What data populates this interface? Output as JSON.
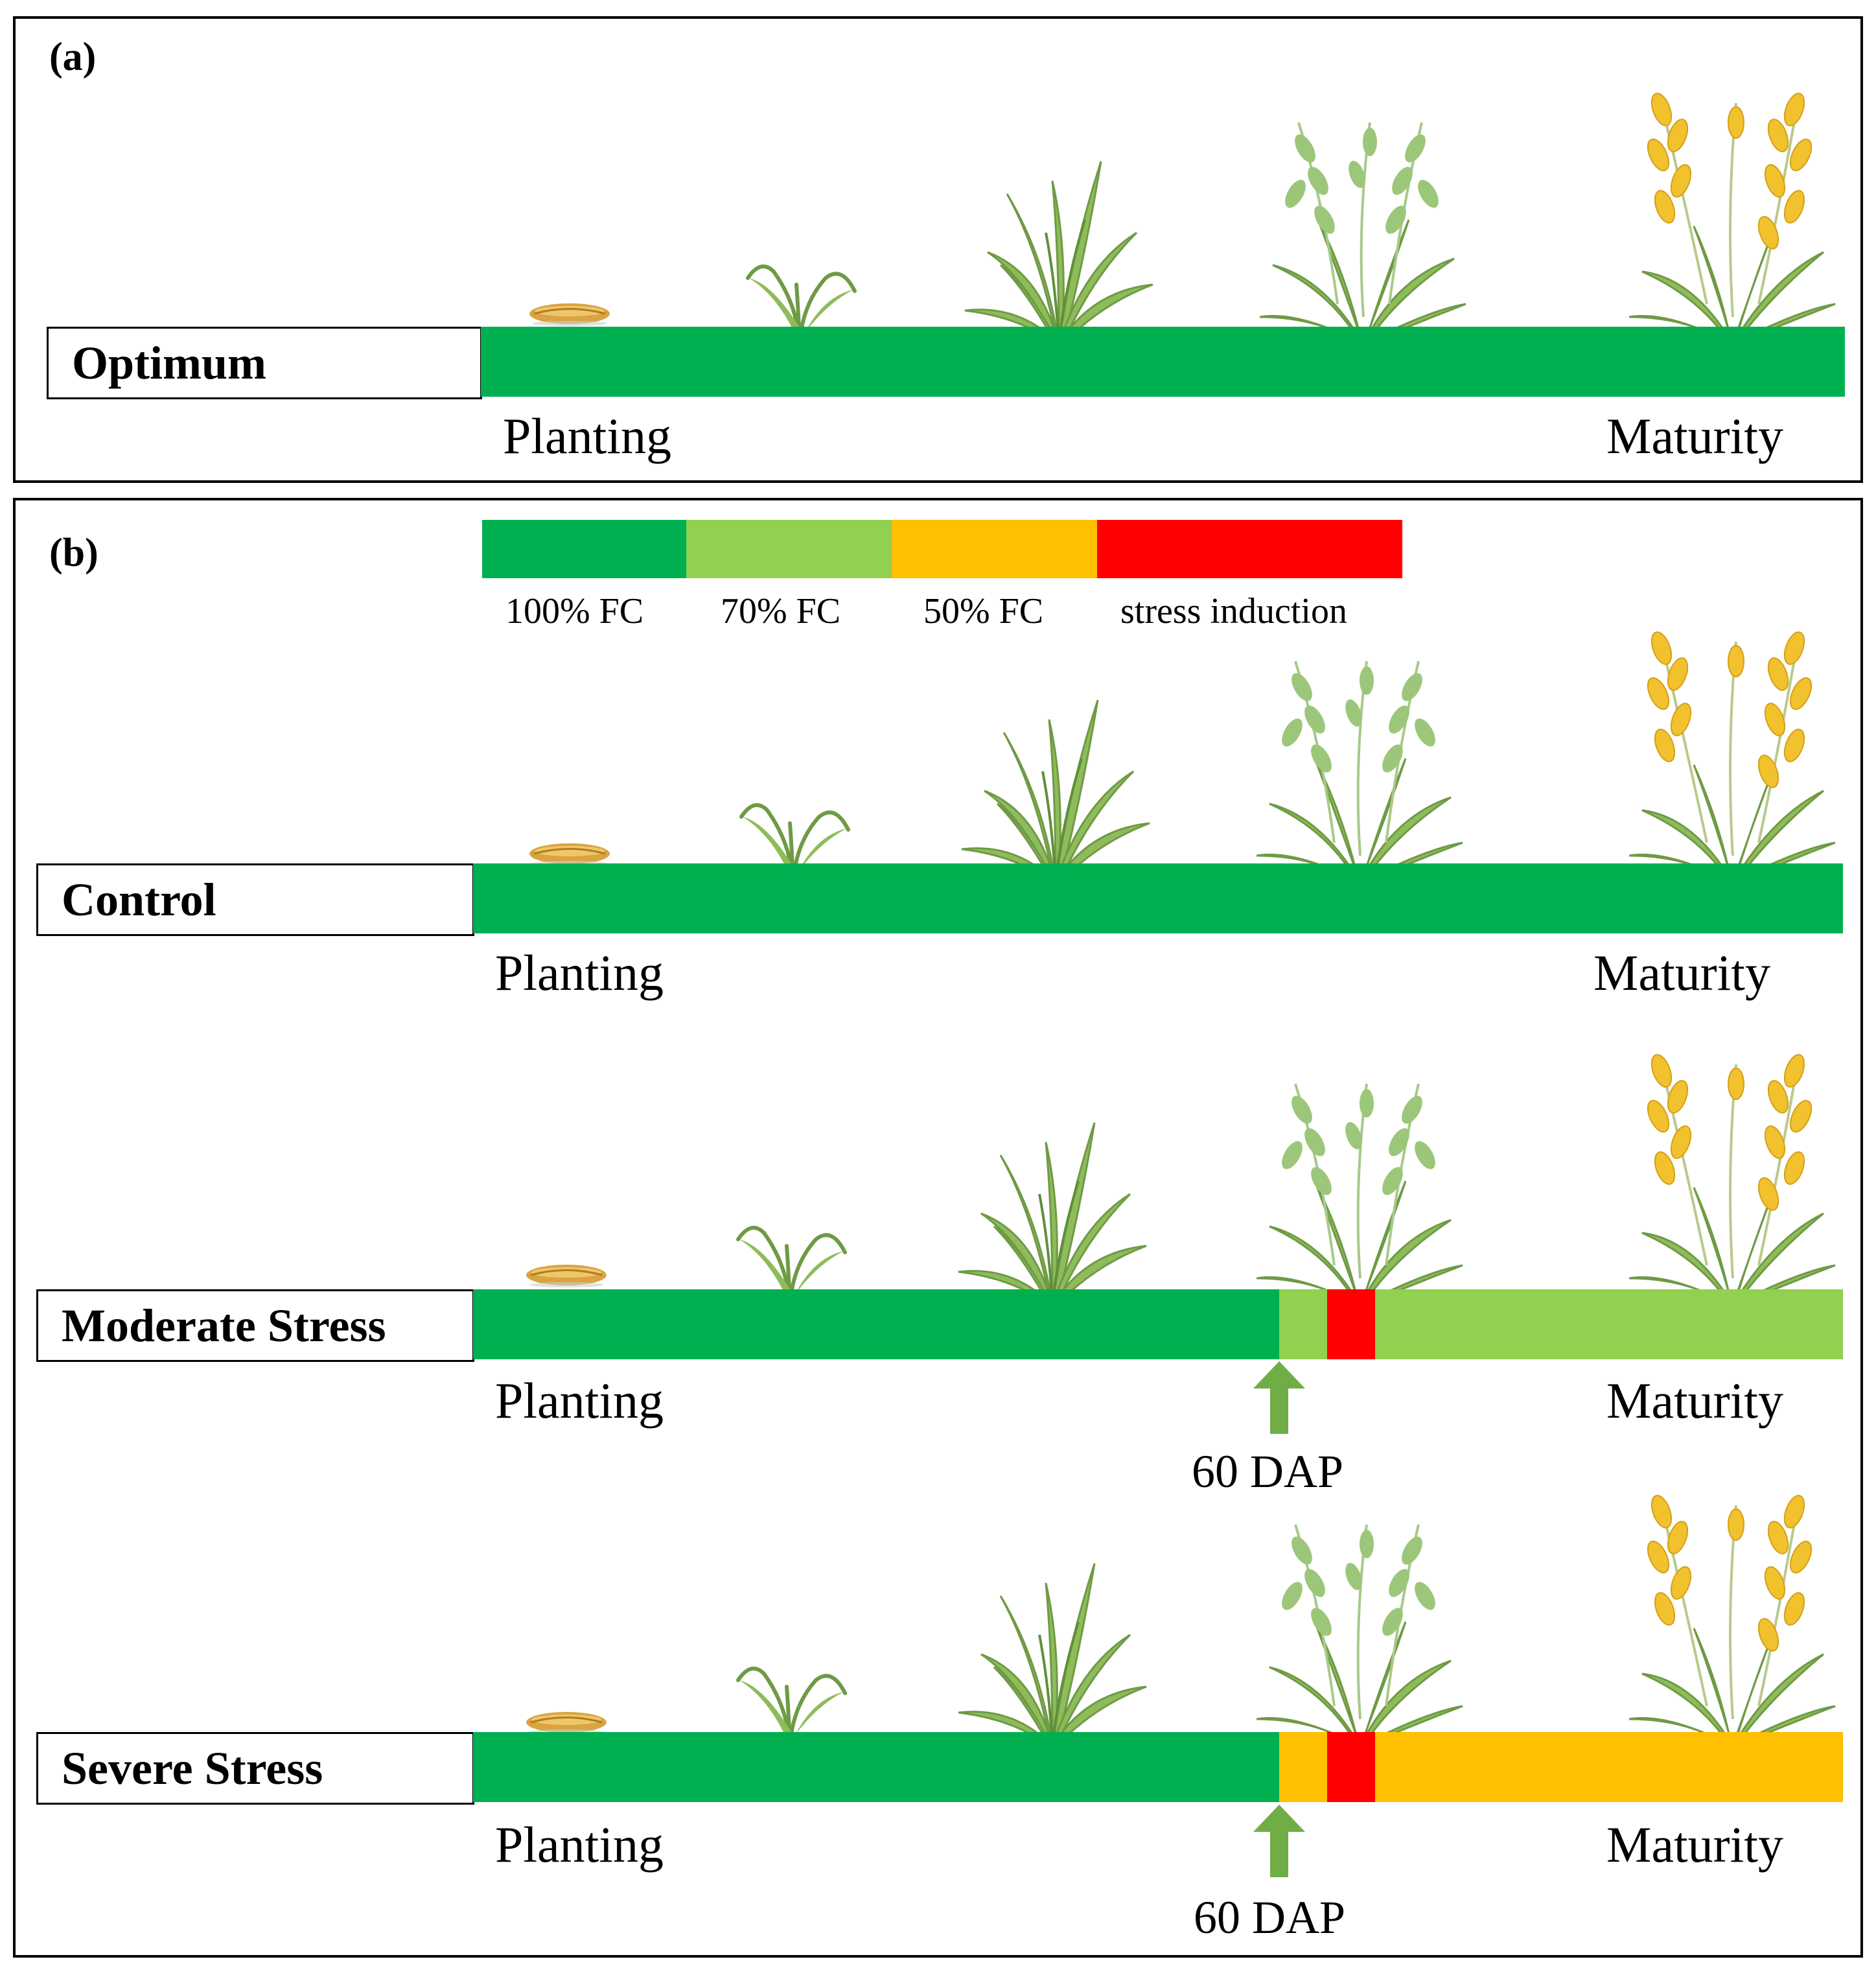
{
  "colors": {
    "fc100": "#00b050",
    "fc70": "#92d050",
    "fc50": "#ffc000",
    "stress": "#ff0000",
    "arrow": "#70ad47",
    "leaf": "#8fbc5a",
    "leaf_dark": "#5f8f3a",
    "grain": "#f2c12e",
    "seed": "#d9a441"
  },
  "panel_a": {
    "label": "(a)",
    "treatment": "Optimum",
    "start_label": "Planting",
    "end_label": "Maturity"
  },
  "panel_b": {
    "label": "(b)",
    "legend": [
      {
        "label": "100% FC",
        "color": "#00b050"
      },
      {
        "label": "70% FC",
        "color": "#92d050"
      },
      {
        "label": "50% FC",
        "color": "#ffc000"
      },
      {
        "label": "stress induction",
        "color": "#ff0000"
      }
    ],
    "rows": [
      {
        "treatment": "Control",
        "start_label": "Planting",
        "end_label": "Maturity",
        "marker_label": ""
      },
      {
        "treatment": "Moderate Stress",
        "start_label": "Planting",
        "end_label": "Maturity",
        "marker_label": "60 DAP"
      },
      {
        "treatment": "Severe Stress",
        "start_label": "Planting",
        "end_label": "Maturity",
        "marker_label": "60 DAP"
      }
    ]
  },
  "growth_stages": [
    "seed-icon",
    "seedling-icon",
    "tillering-plant-icon",
    "flowering-plant-icon",
    "mature-plant-icon"
  ]
}
